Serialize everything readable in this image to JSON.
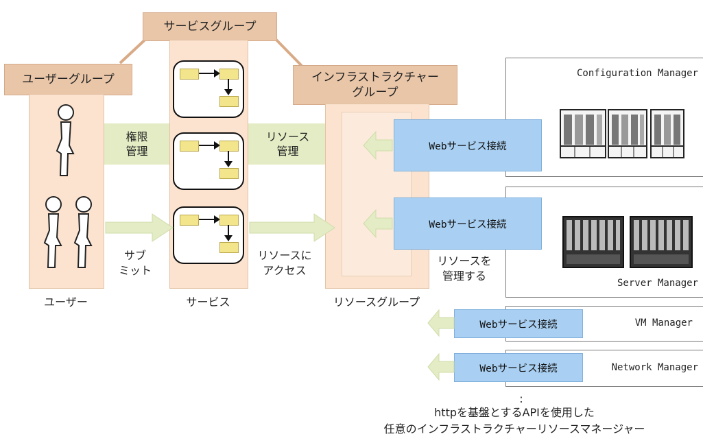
{
  "groups": {
    "service_group": "サービスグループ",
    "user_group": "ユーザーグループ",
    "infra_group_line1": "インフラストラクチャー",
    "infra_group_line2": "グループ"
  },
  "columns": {
    "user": "ユーザー",
    "service": "サービス",
    "resource_group": "リソースグループ"
  },
  "relations": {
    "authority_line1": "権限",
    "authority_line2": "管理",
    "resource_mgmt_line1": "リソース",
    "resource_mgmt_line2": "管理",
    "submit_line1": "サブ",
    "submit_line2": "ミット",
    "access_line1": "リソースに",
    "access_line2": "アクセス",
    "manage_line1": "リソースを",
    "manage_line2": "管理する"
  },
  "managers": {
    "configuration": "Configuration Manager",
    "server": "Server Manager",
    "vm": "VM Manager",
    "network": "Network Manager"
  },
  "web_service_label": "Webサービス接続",
  "footer": {
    "ellipsis": ":",
    "line1": "httpを基盤とするAPIを使用した",
    "line2": "任意のインフラストラクチャーリソースマネージャー"
  },
  "colors": {
    "column_fill": "#fbe3cf",
    "header_fill": "#e9c6a8",
    "relation_fill": "#e3ecc4",
    "web_service_fill": "#a9d0f2",
    "mini_box_fill": "#f2e58c"
  }
}
